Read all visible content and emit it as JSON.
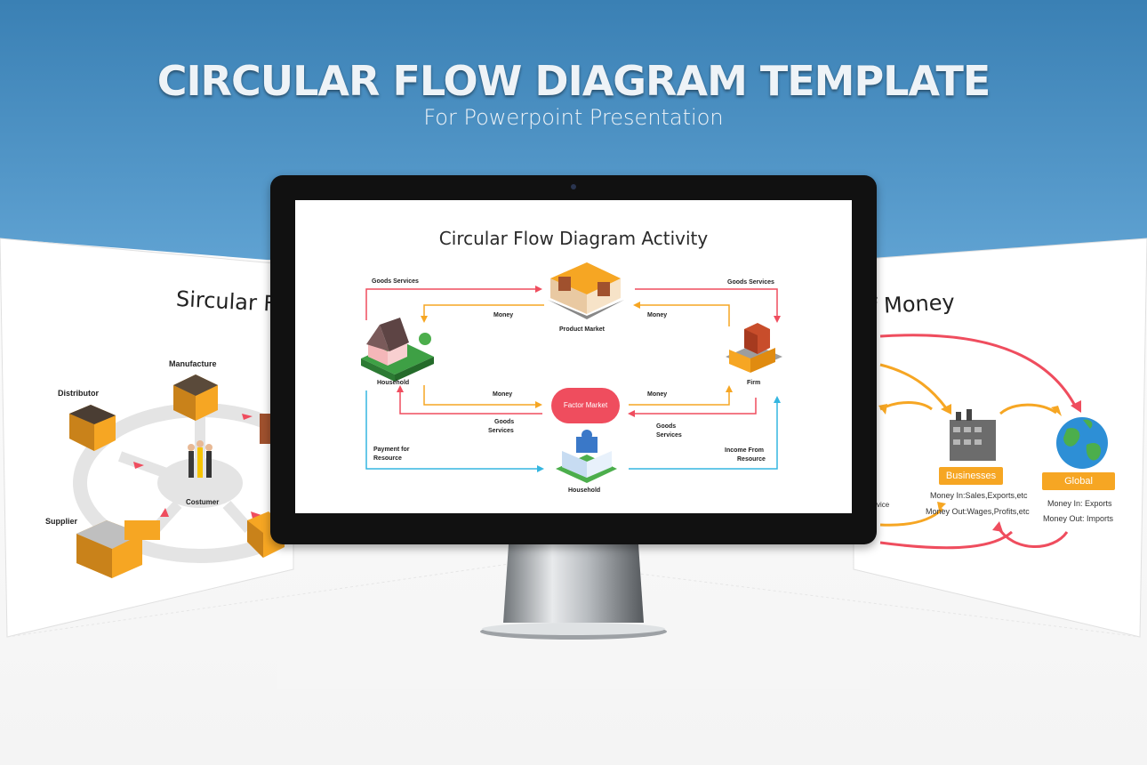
{
  "header": {
    "title": "CIRCULAR FLOW DIAGRAM TEMPLATE",
    "subtitle": "For Powerpoint Presentation"
  },
  "colors": {
    "banner_top": "#3a80b4",
    "banner_bottom": "#5a9fd1",
    "arrow_red": "#ef4d5e",
    "arrow_orange": "#f6a623",
    "arrow_blue": "#35b6e0",
    "monitor_bezel": "#111111"
  },
  "left_slide": {
    "title": "Sircular Fl",
    "labels": {
      "manufacture": "Manufacture",
      "distributor": "Distributor",
      "supplier": "Supplier",
      "costumer": "Costumer"
    }
  },
  "right_slide": {
    "title": "f Money",
    "businesses": "Businesses",
    "global": "Global",
    "businesses_in": "Money In:Sales,Exports,etc",
    "businesses_out": "Money Out:Wages,Profits,etc",
    "global_in": "Money In: Exports",
    "global_out": "Money Out: Imports",
    "partial_label": "vice"
  },
  "screen": {
    "title": "Circular Flow Diagram Activity",
    "labels": {
      "goods_services_left": "Goods Services",
      "goods_services_right": "Goods Services",
      "money_top_left": "Money",
      "money_top_right": "Money",
      "product_market": "Product Market",
      "household_left": "Household",
      "firm": "Firm",
      "money_mid_left": "Money",
      "money_mid_right": "Money",
      "factor_market": "Factor Market",
      "goods_l1": "Goods",
      "goods_l2": "Services",
      "goods_r1": "Goods",
      "goods_r2": "Services",
      "payment_1": "Payment for",
      "payment_2": "Resource",
      "income_1": "Income From",
      "income_2": "Resource",
      "household_bottom": "Household"
    }
  }
}
